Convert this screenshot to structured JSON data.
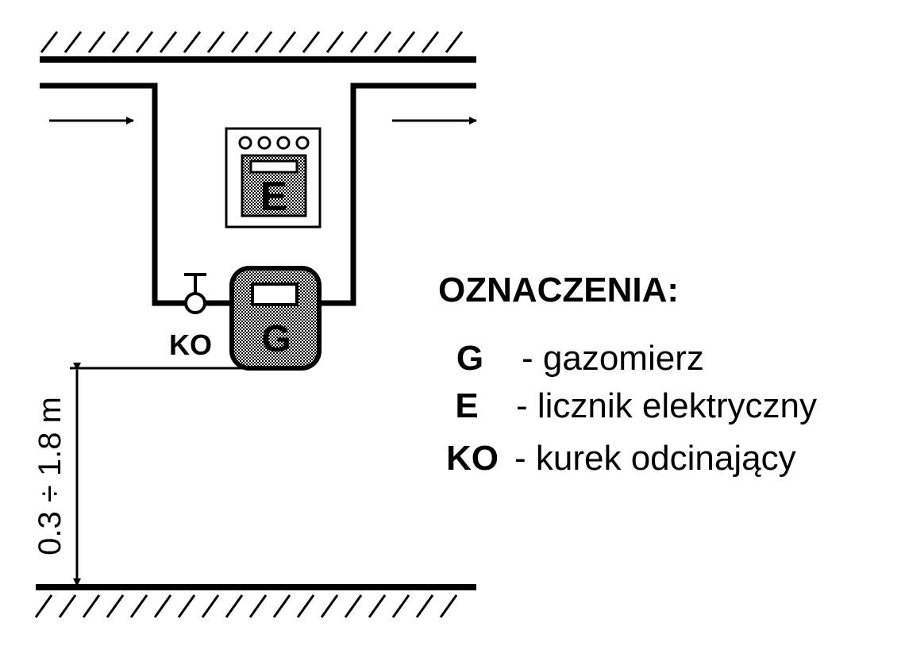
{
  "meter_labels": {
    "electric": "E",
    "gas": "G",
    "valve": "KO"
  },
  "dimension": "0.3 ÷ 1.8 m",
  "legend": {
    "title": "OZNACZENIA:",
    "items": [
      {
        "symbol": "G",
        "description": "- gazomierz"
      },
      {
        "symbol": "E",
        "description": "- licznik elektryczny"
      },
      {
        "symbol": "KO",
        "description": "- kurek odcinający"
      }
    ]
  },
  "colors": {
    "ink": "#000000",
    "paper": "#ffffff",
    "meter_fill": "#b8b8b8"
  }
}
